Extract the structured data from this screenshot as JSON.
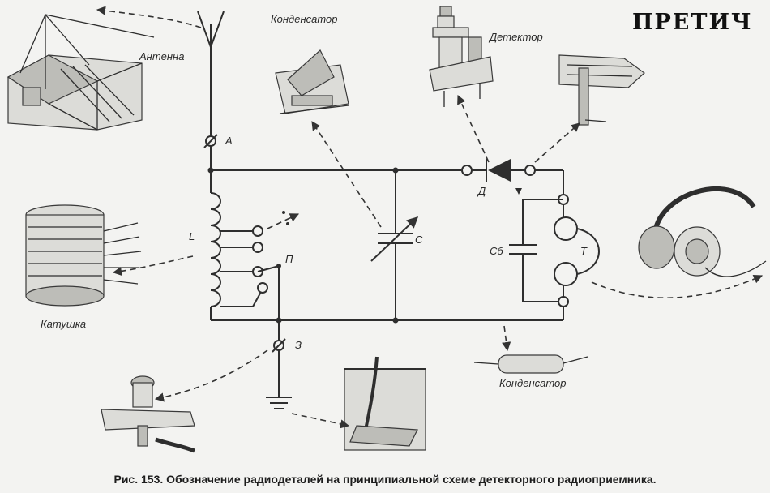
{
  "brand": "ПРЕТИЧ",
  "labels": {
    "antenna": "Антенна",
    "capacitor_top": "Конденсатор",
    "detector": "Детектор",
    "coil": "Катушка",
    "capacitor_bottom": "Конденсатор"
  },
  "symbols": {
    "A": "А",
    "L": "L",
    "P": "П",
    "Z": "З",
    "C": "С",
    "D": "Д",
    "Cb": "Сб",
    "T": "Т"
  },
  "caption": "Рис. 153. Обозначение радиодеталей на принципиальной схеме детекторного радиоприемника."
}
